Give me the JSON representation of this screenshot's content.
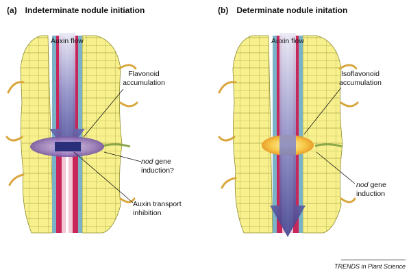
{
  "panel_a": {
    "letter": "(a)",
    "title": "Indeterminate nodule initiation",
    "auxin_label": "Auxin flow",
    "accumulation_line1": "Flavonoid",
    "accumulation_line2": "accumulation",
    "nod_line1_italic": "nod",
    "nod_line1_rest": " gene",
    "nod_line2": "induction?",
    "inhibition_line1": "Auxin transport",
    "inhibition_line2": "inhibition"
  },
  "panel_b": {
    "letter": "(b)",
    "title": "Determinate nodule initation",
    "auxin_label": "Auxin flow",
    "accumulation_line1": "Isoflavonoid",
    "accumulation_line2": "accumulation",
    "nod_line1_italic": "nod",
    "nod_line1_rest": " gene",
    "nod_line2": "induction"
  },
  "credit": "TRENDS in Plant Science",
  "colors": {
    "cortex": "#f7f08c",
    "cortex_line": "#8b8a2f",
    "root_hair": "#d9a63c",
    "stele_red": "#c8265a",
    "stele_pink": "#f2c7d6",
    "endodermis": "#7ab3c7",
    "auxin_arrow": "#5b5ea8",
    "flavonoid": "#7a5aa0",
    "isoflavonoid": "#f2a52b"
  }
}
